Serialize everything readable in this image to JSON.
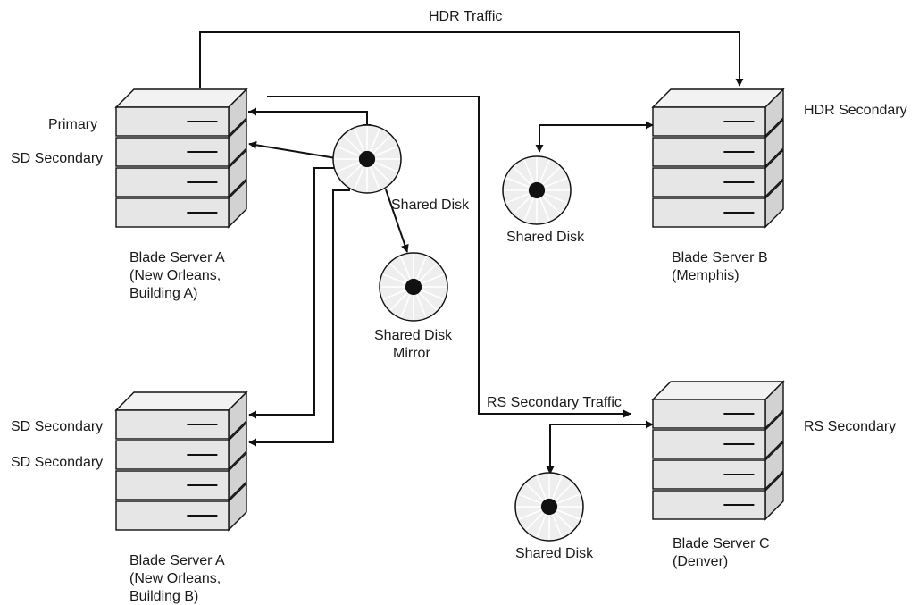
{
  "traffic": {
    "hdr": "HDR Traffic",
    "rs": "RS Secondary Traffic"
  },
  "servers": {
    "a_new_orleans_a": {
      "lines": [
        "Blade Server A",
        "(New Orleans,",
        "Building A)"
      ],
      "blade_labels": [
        "Primary",
        "SD Secondary"
      ],
      "blade_count": 4
    },
    "a_new_orleans_b": {
      "lines": [
        "Blade Server A",
        "(New Orleans,",
        "Building B)"
      ],
      "blade_labels": [
        "SD Secondary",
        "SD Secondary"
      ],
      "blade_count": 4
    },
    "b_memphis": {
      "lines": [
        "Blade Server B",
        "(Memphis)"
      ],
      "role_label": "HDR Secondary",
      "blade_count": 4
    },
    "c_denver": {
      "lines": [
        "Blade Server C",
        "(Denver)"
      ],
      "role_label": "RS Secondary",
      "blade_count": 4
    }
  },
  "disks": {
    "new_orleans": {
      "label": "Shared Disk"
    },
    "mirror": {
      "lines": [
        "Shared Disk",
        "Mirror"
      ]
    },
    "memphis": {
      "label": "Shared Disk"
    },
    "denver": {
      "label": "Shared Disk"
    }
  },
  "colors": {
    "line": "#111111",
    "blade_front": "#e6e6e6",
    "blade_top": "#f2f2f2",
    "blade_side": "#d2d2d2",
    "disk_fill": "#eeeeee",
    "disk_center": "#111111"
  }
}
